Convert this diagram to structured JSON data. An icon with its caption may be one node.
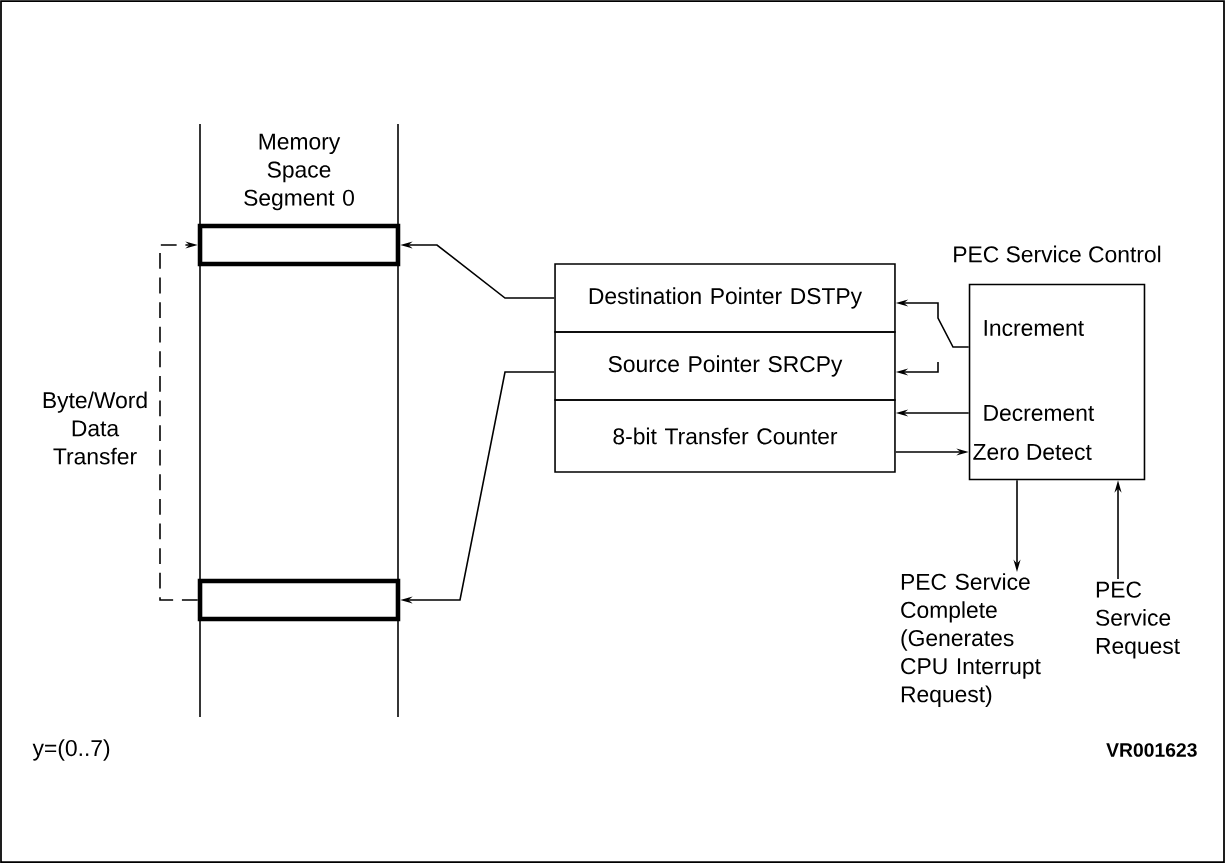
{
  "diagram": {
    "nodes": [
      {
        "text": [
          "Memory Space Segment 0"
        ]
      },
      {
        "text": [],
        "shape": "box",
        "in": 0
      },
      {
        "text": [],
        "shape": "box",
        "in": 0
      },
      {
        "text": [
          "Destination Pointer DSTPy"
        ]
      },
      {
        "text": [
          "Source Pointer SRCPy"
        ]
      },
      {
        "text": [
          "8-bit Transfer Counter"
        ]
      },
      {
        "text": [
          "PEC Service Control",
          "Increment",
          "Decrement",
          "Zero Detect"
        ]
      },
      {
        "text": [
          "PEC Service Complete (Generates CPU Interrupt Request)"
        ]
      },
      {
        "text": [
          "PEC Service Request"
        ]
      }
    ],
    "edges": [
      {
        "from": 3,
        "to": 1,
        "arrow": "to"
      },
      {
        "from": 4,
        "to": 2,
        "arrow": "to"
      },
      {
        "from": 2,
        "to": 1,
        "arrow": "to",
        "style": "dashed",
        "label": "Byte/Word Data Transfer"
      },
      {
        "from": 6,
        "to": 3,
        "arrow": "to"
      },
      {
        "from": null,
        "to": 4,
        "arrow": "to"
      },
      {
        "from": 6,
        "to": 5,
        "arrow": "to"
      },
      {
        "from": 5,
        "to": 6,
        "arrow": "to"
      },
      {
        "from": 6,
        "to": 7,
        "arrow": "to"
      },
      {
        "from": 8,
        "to": 6,
        "arrow": "to"
      }
    ],
    "labels": [
      "y=(0..7)",
      "VR001623"
    ]
  }
}
